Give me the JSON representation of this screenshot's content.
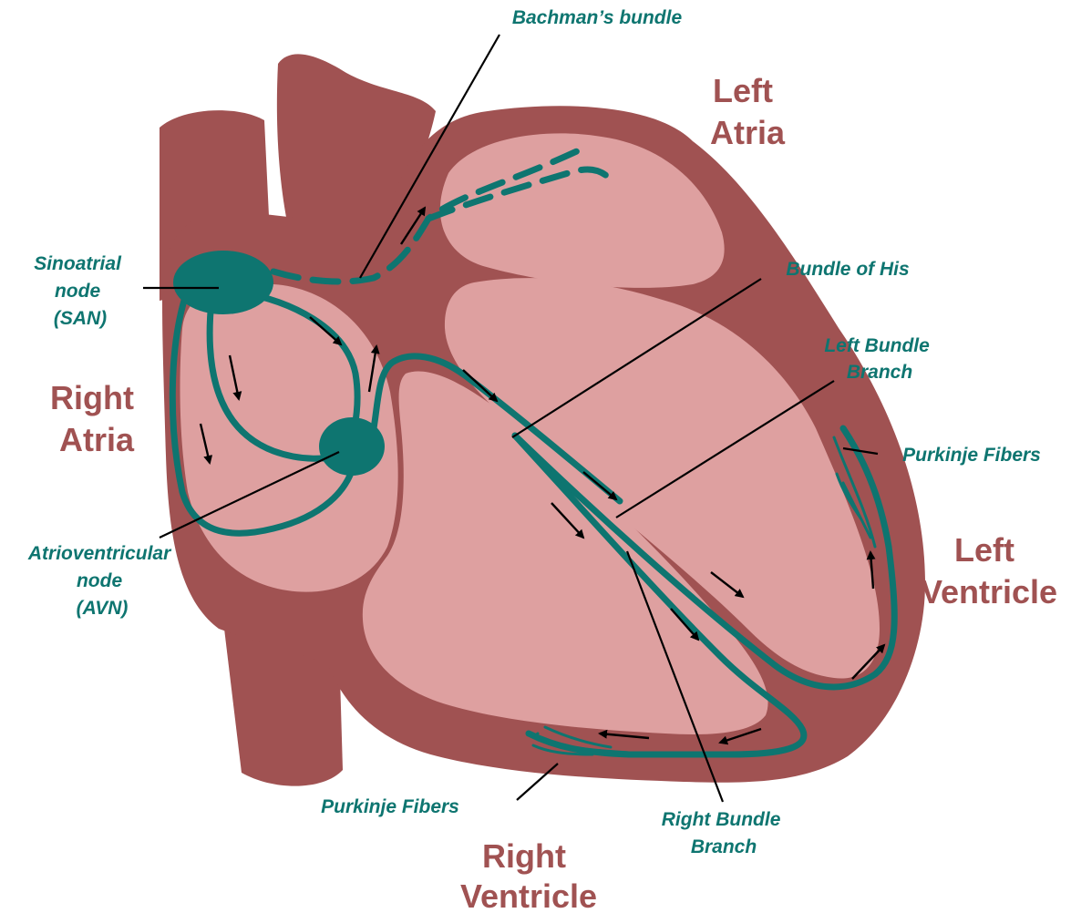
{
  "colors": {
    "tissue": "#a05252",
    "chamber": "#dea0a0",
    "conduction": "#0e7570",
    "leader": "#000000"
  },
  "chambers": {
    "left_atria": [
      "Left",
      "Atria"
    ],
    "right_atria": [
      "Right",
      "Atria"
    ],
    "left_ventricle": [
      "Left",
      "Ventricle"
    ],
    "right_ventricle": [
      "Right",
      "Ventricle"
    ]
  },
  "labels": {
    "bachman": [
      "Bachman’s bundle"
    ],
    "san": [
      "Sinoatrial",
      "node",
      "(SAN)"
    ],
    "his": [
      "Bundle of His"
    ],
    "lbb": [
      "Left Bundle",
      "Branch"
    ],
    "purkinje_left": [
      "Purkinje Fibers"
    ],
    "avn": [
      "Atrioventricular",
      "node",
      "(AVN)"
    ],
    "purkinje_bottom": [
      "Purkinje Fibers"
    ],
    "rbb": [
      "Right Bundle",
      "Branch"
    ]
  }
}
